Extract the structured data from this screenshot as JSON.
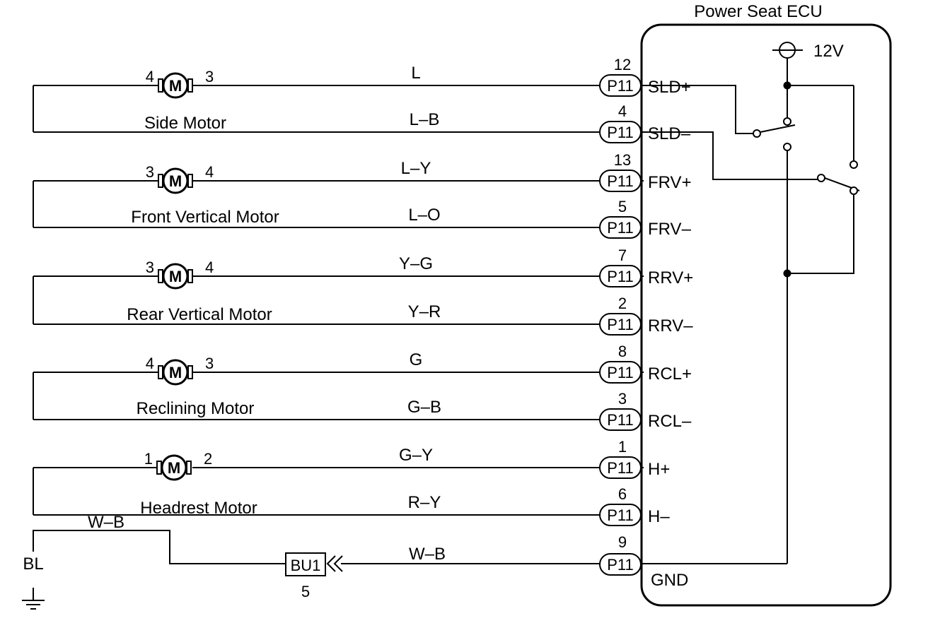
{
  "ecu": {
    "title": "Power Seat ECU",
    "supply": "12V",
    "ground_terminal": "GND",
    "ground_connector": "P11",
    "ground_pin": "9",
    "ground_wire": "W–B"
  },
  "ground_path": {
    "ground_label": "BL",
    "upper_wire": "W–B",
    "junction": "BU1",
    "junction_pin": "5"
  },
  "motors": [
    {
      "name": "Side Motor",
      "symbol": "M",
      "left_pin": "4",
      "right_pin": "3",
      "top": {
        "wire": "L",
        "connector": "P11",
        "pin": "12",
        "terminal": "SLD+"
      },
      "bottom": {
        "wire": "L–B",
        "connector": "P11",
        "pin": "4",
        "terminal": "SLD–"
      }
    },
    {
      "name": "Front Vertical Motor",
      "symbol": "M",
      "left_pin": "3",
      "right_pin": "4",
      "top": {
        "wire": "L–Y",
        "connector": "P11",
        "pin": "13",
        "terminal": "FRV+"
      },
      "bottom": {
        "wire": "L–O",
        "connector": "P11",
        "pin": "5",
        "terminal": "FRV–"
      }
    },
    {
      "name": "Rear Vertical Motor",
      "symbol": "M",
      "left_pin": "3",
      "right_pin": "4",
      "top": {
        "wire": "Y–G",
        "connector": "P11",
        "pin": "7",
        "terminal": "RRV+"
      },
      "bottom": {
        "wire": "Y–R",
        "connector": "P11",
        "pin": "2",
        "terminal": "RRV–"
      }
    },
    {
      "name": "Reclining Motor",
      "symbol": "M",
      "left_pin": "4",
      "right_pin": "3",
      "top": {
        "wire": "G",
        "connector": "P11",
        "pin": "8",
        "terminal": "RCL+"
      },
      "bottom": {
        "wire": "G–B",
        "connector": "P11",
        "pin": "3",
        "terminal": "RCL–"
      }
    },
    {
      "name": "Headrest Motor",
      "symbol": "M",
      "left_pin": "1",
      "right_pin": "2",
      "top": {
        "wire": "G–Y",
        "connector": "P11",
        "pin": "1",
        "terminal": "H+"
      },
      "bottom": {
        "wire": "R–Y",
        "connector": "P11",
        "pin": "6",
        "terminal": "H–"
      }
    }
  ]
}
